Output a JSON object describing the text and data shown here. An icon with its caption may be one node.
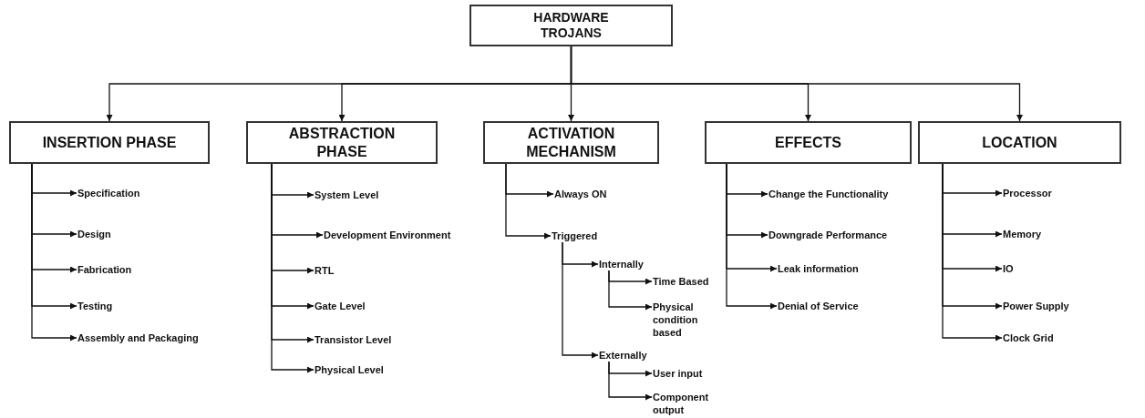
{
  "diagram": {
    "nodes": [
      {
        "text": [
          "HARDWARE TROJANS"
        ]
      },
      {
        "text": [
          "INSERTION PHASE"
        ]
      },
      {
        "text": [
          "ABSTRACTION PHASE"
        ]
      },
      {
        "text": [
          "ACTIVATION MECHANISM"
        ]
      },
      {
        "text": [
          "EFFECTS"
        ]
      },
      {
        "text": [
          "LOCATION"
        ]
      },
      {
        "text": [
          "Specification"
        ]
      },
      {
        "text": [
          "Design"
        ]
      },
      {
        "text": [
          "Fabrication"
        ]
      },
      {
        "text": [
          "Testing"
        ]
      },
      {
        "text": [
          "Assembly and Packaging"
        ]
      },
      {
        "text": [
          "System Level"
        ]
      },
      {
        "text": [
          "Development Environment"
        ]
      },
      {
        "text": [
          "RTL"
        ]
      },
      {
        "text": [
          "Gate Level"
        ]
      },
      {
        "text": [
          "Transistor Level"
        ]
      },
      {
        "text": [
          "Physical Level"
        ]
      },
      {
        "text": [
          "Always ON"
        ]
      },
      {
        "text": [
          "Triggered"
        ]
      },
      {
        "text": [
          "Internally"
        ]
      },
      {
        "text": [
          "Time Based"
        ]
      },
      {
        "text": [
          "Physical condition based"
        ]
      },
      {
        "text": [
          "Externally"
        ]
      },
      {
        "text": [
          "User input"
        ]
      },
      {
        "text": [
          "Component output"
        ]
      },
      {
        "text": [
          "Change the Functionality"
        ]
      },
      {
        "text": [
          "Downgrade Performance"
        ]
      },
      {
        "text": [
          "Leak information"
        ]
      },
      {
        "text": [
          "Denial of Service"
        ]
      },
      {
        "text": [
          "Processor"
        ]
      },
      {
        "text": [
          "Memory"
        ]
      },
      {
        "text": [
          "IO"
        ]
      },
      {
        "text": [
          "Power Supply"
        ]
      },
      {
        "text": [
          "Clock Grid"
        ]
      }
    ],
    "edges": [
      {
        "from": 0,
        "to": 1,
        "arrow": "to"
      },
      {
        "from": 0,
        "to": 2,
        "arrow": "to"
      },
      {
        "from": 0,
        "to": 3,
        "arrow": "to"
      },
      {
        "from": 0,
        "to": 4,
        "arrow": "to"
      },
      {
        "from": 0,
        "to": 5,
        "arrow": "to"
      },
      {
        "from": 1,
        "to": 6,
        "arrow": "to"
      },
      {
        "from": 1,
        "to": 7,
        "arrow": "to"
      },
      {
        "from": 1,
        "to": 8,
        "arrow": "to"
      },
      {
        "from": 1,
        "to": 9,
        "arrow": "to"
      },
      {
        "from": 1,
        "to": 10,
        "arrow": "to"
      },
      {
        "from": 2,
        "to": 11,
        "arrow": "to"
      },
      {
        "from": 2,
        "to": 12,
        "arrow": "to"
      },
      {
        "from": 2,
        "to": 13,
        "arrow": "to"
      },
      {
        "from": 2,
        "to": 14,
        "arrow": "to"
      },
      {
        "from": 2,
        "to": 15,
        "arrow": "to"
      },
      {
        "from": 2,
        "to": 16,
        "arrow": "to"
      },
      {
        "from": 3,
        "to": 17,
        "arrow": "to"
      },
      {
        "from": 3,
        "to": 18,
        "arrow": "to"
      },
      {
        "from": 18,
        "to": 19,
        "arrow": "to"
      },
      {
        "from": 19,
        "to": 20,
        "arrow": "to"
      },
      {
        "from": 19,
        "to": 21,
        "arrow": "to"
      },
      {
        "from": 18,
        "to": 22,
        "arrow": "to"
      },
      {
        "from": 22,
        "to": 23,
        "arrow": "to"
      },
      {
        "from": 22,
        "to": 24,
        "arrow": "to"
      },
      {
        "from": 4,
        "to": 25,
        "arrow": "to"
      },
      {
        "from": 4,
        "to": 26,
        "arrow": "to"
      },
      {
        "from": 4,
        "to": 27,
        "arrow": "to"
      },
      {
        "from": 4,
        "to": 28,
        "arrow": "to"
      },
      {
        "from": 5,
        "to": 29,
        "arrow": "to"
      },
      {
        "from": 5,
        "to": 30,
        "arrow": "to"
      },
      {
        "from": 5,
        "to": 31,
        "arrow": "to"
      },
      {
        "from": 5,
        "to": 32,
        "arrow": "to"
      },
      {
        "from": 5,
        "to": 33,
        "arrow": "to"
      }
    ]
  }
}
